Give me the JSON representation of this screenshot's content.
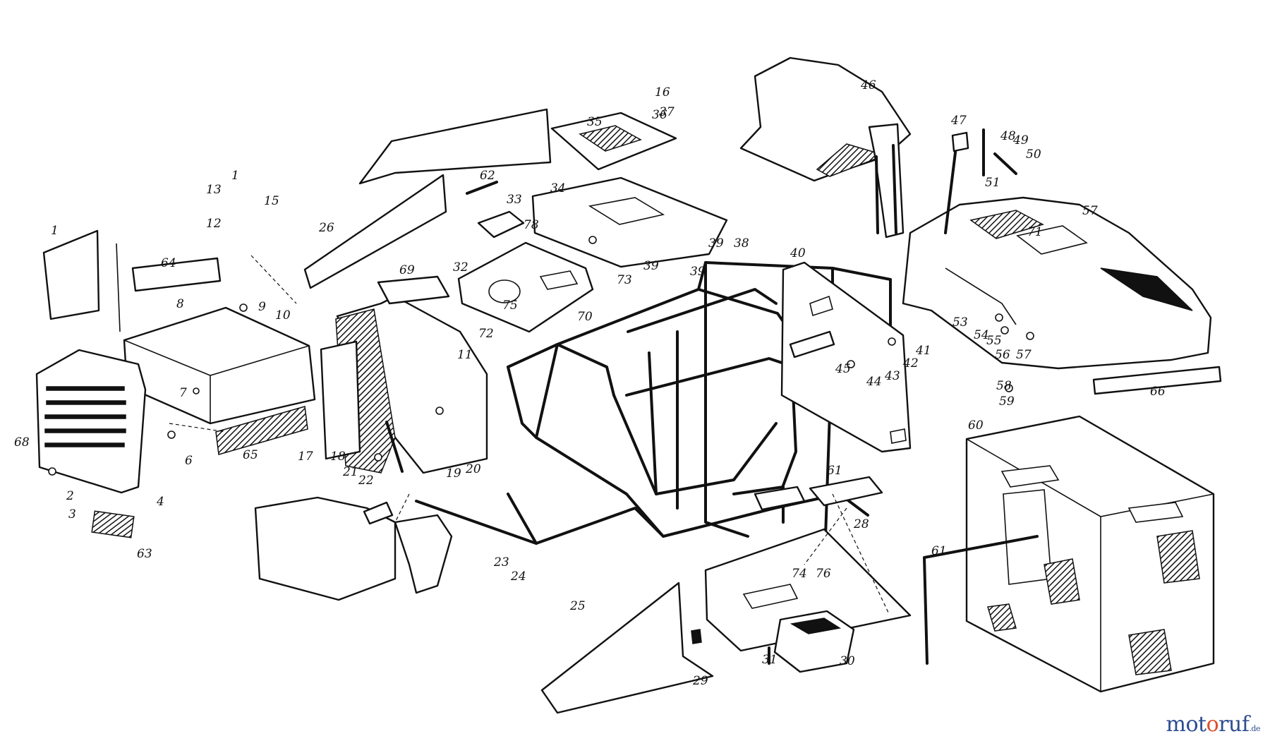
{
  "watermark": {
    "part1": "mot",
    "part2": "o",
    "part3": "ruf",
    "part4": ".de"
  },
  "callouts": [
    "1",
    "1",
    "2",
    "3",
    "4",
    "6",
    "7",
    "8",
    "9",
    "10",
    "12",
    "13",
    "15",
    "16",
    "17",
    "18",
    "19",
    "20",
    "21",
    "22",
    "23",
    "24",
    "25",
    "26",
    "28",
    "29",
    "30",
    "31",
    "32",
    "33",
    "34",
    "35",
    "36",
    "37",
    "38",
    "39",
    "39",
    "39",
    "40",
    "41",
    "42",
    "43",
    "44",
    "45",
    "46",
    "47",
    "48",
    "49",
    "50",
    "51",
    "53",
    "54",
    "55",
    "56",
    "57",
    "57",
    "58",
    "59",
    "60",
    "61",
    "61",
    "62",
    "63",
    "64",
    "65",
    "66",
    "68",
    "69",
    "70",
    "71",
    "72",
    "73",
    "74",
    "75",
    "76",
    "78",
    "11"
  ]
}
